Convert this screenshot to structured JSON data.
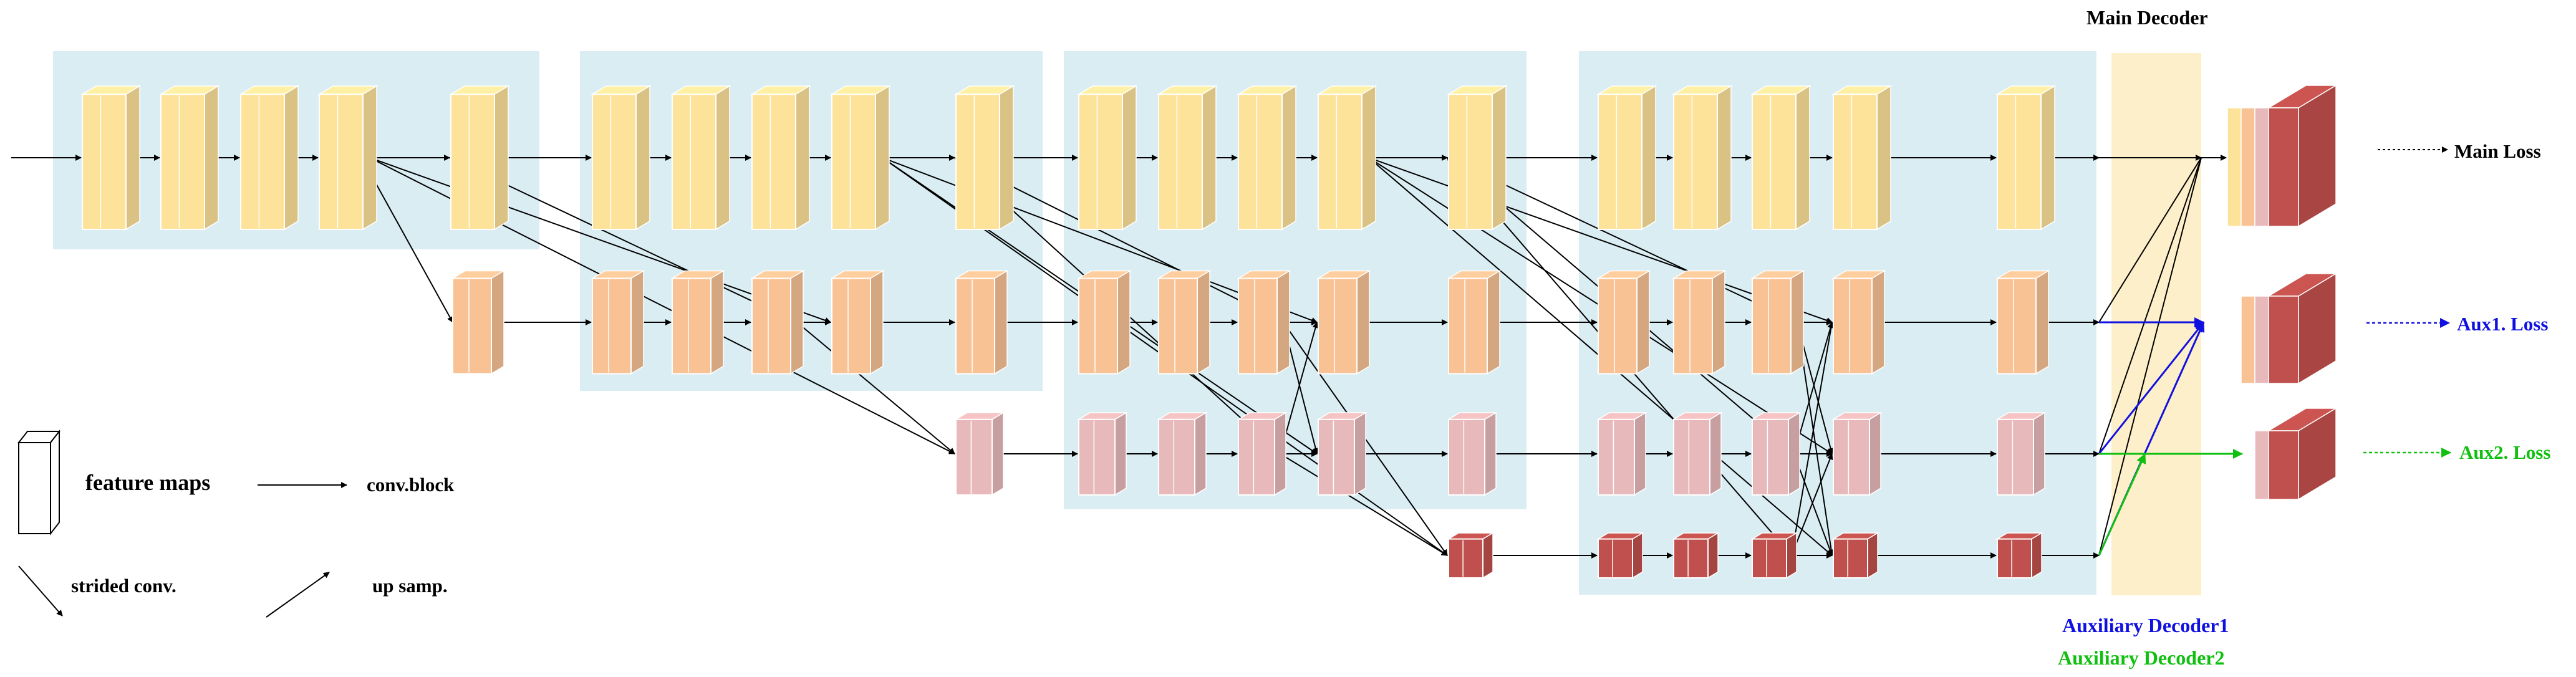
{
  "labels": {
    "main_decoder": "Main Decoder",
    "main_loss": "Main Loss",
    "aux1_loss": "Aux1. Loss",
    "aux2_loss": "Aux2. Loss",
    "aux_decoder1": "Auxiliary Decoder1",
    "aux_decoder2": "Auxiliary Decoder2"
  },
  "legend": {
    "feature_maps": "feature maps",
    "conv_block": "conv.block",
    "strided_conv": "strided conv.",
    "up_samp": "up samp."
  },
  "colors": {
    "stage_bg": "#daedf3",
    "decoder_bg": "#fdefc9",
    "res1": "#fde29a",
    "res2": "#f8c295",
    "res3": "#e8b9ba",
    "res4": "#c0504d",
    "arrow": "#000000",
    "aux1": "#1010e0",
    "aux2": "#10c010"
  }
}
